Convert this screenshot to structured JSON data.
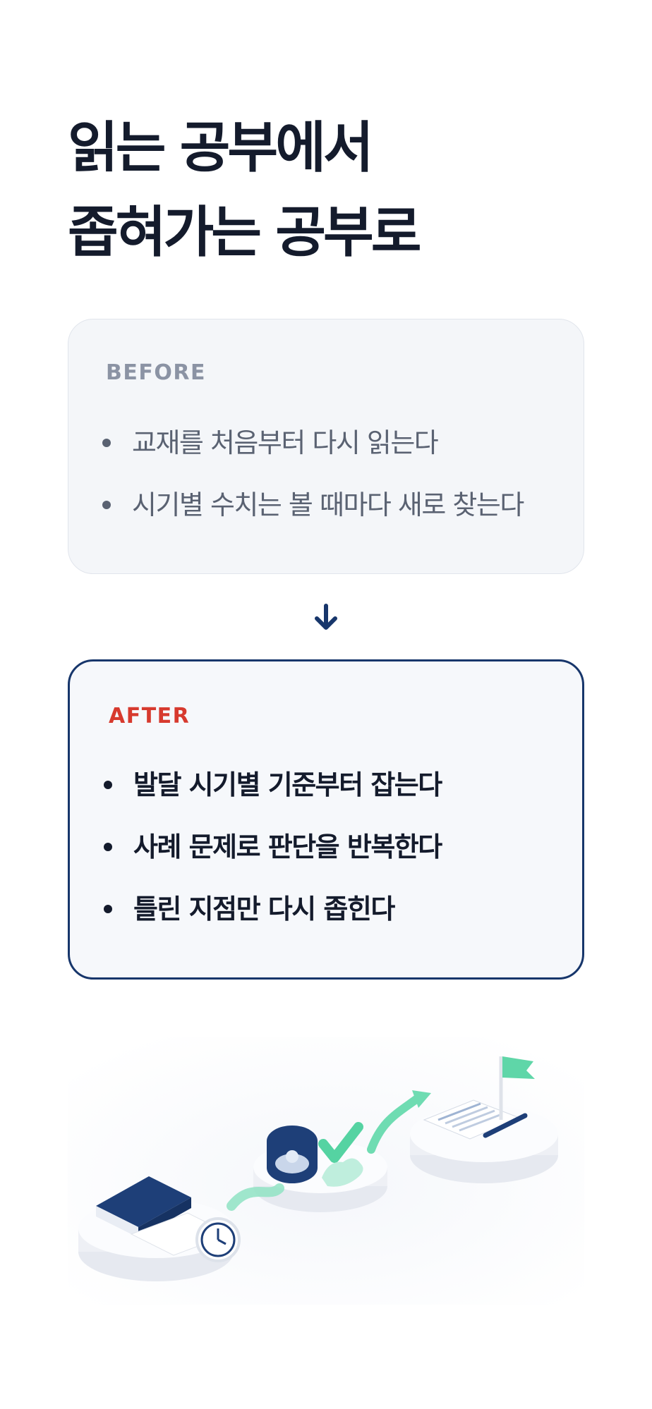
{
  "title": {
    "line1": "읽는 공부에서",
    "line2": "좁혀가는 공부로"
  },
  "before": {
    "label": "BEFORE",
    "items": [
      "교재를 처음부터 다시 읽는다",
      "시기별 수치는 볼 때마다 새로 찾는다"
    ]
  },
  "after": {
    "label": "AFTER",
    "items": [
      "발달 시기별 기준부터 잡는다",
      "사례 문제로 판단을 반복한다",
      "틀린 지점만 다시 좁힌다"
    ]
  },
  "icons": {
    "transition": "arrow-down-icon",
    "illustration": [
      "book-icon",
      "clock-icon",
      "pacifier-case-icon",
      "check-mark-icon",
      "glove-icon",
      "progress-arrow-icon",
      "checklist-clipboard-icon",
      "pen-icon",
      "goal-flag-icon"
    ]
  },
  "colors": {
    "title": "#141b2c",
    "before_label": "#8b93a4",
    "after_label": "#d73a2e",
    "after_border": "#17366b",
    "accent_mint": "#5fd6a8",
    "navy": "#17366b"
  }
}
